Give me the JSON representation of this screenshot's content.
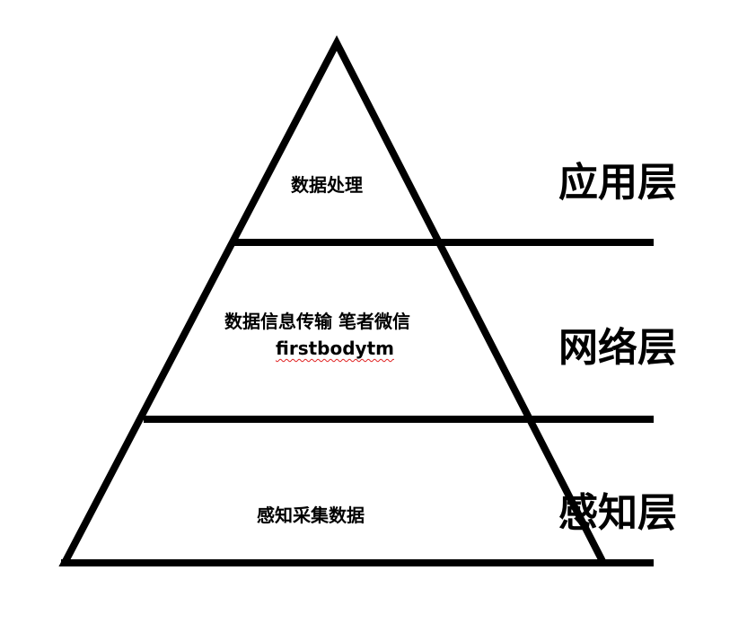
{
  "diagram": {
    "type": "layered-pyramid",
    "line_color": "#000000",
    "background": "#ffffff",
    "layers": [
      {
        "key": "application",
        "content_text": "数据处理",
        "label": "应用层"
      },
      {
        "key": "network",
        "content_text": "数据信息传输 笔者微信",
        "content_text_2": "firstbodytm",
        "label": "网络层"
      },
      {
        "key": "perception",
        "content_text": "感知采集数据",
        "label": "感知层"
      }
    ]
  }
}
